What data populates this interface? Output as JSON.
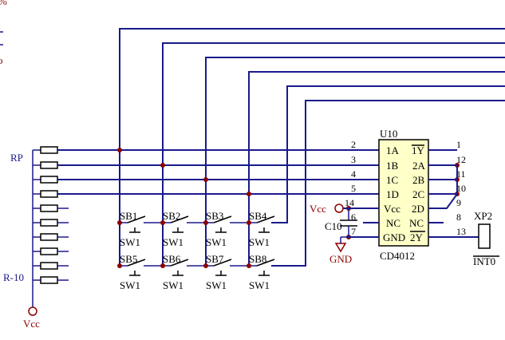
{
  "labels": {
    "rp": "RP",
    "r10": "R-10",
    "vcc_left": "Vcc",
    "vcc_mid": "Vcc",
    "gnd": "GND",
    "c10": "C10",
    "u10": "U10",
    "cd4012": "CD4012",
    "xp2": "XP2",
    "int0": "INT0"
  },
  "switches_top": [
    {
      "ref": "SB1",
      "type": "SW1"
    },
    {
      "ref": "SB2",
      "type": "SW1"
    },
    {
      "ref": "SB3",
      "type": "SW1"
    },
    {
      "ref": "SB4",
      "type": "SW1"
    }
  ],
  "switches_bottom": [
    {
      "ref": "SB5",
      "type": "SW1"
    },
    {
      "ref": "SB6",
      "type": "SW1"
    },
    {
      "ref": "SB7",
      "type": "SW1"
    },
    {
      "ref": "SB8",
      "type": "SW1"
    }
  ],
  "chip_left_pins": [
    {
      "num": "2",
      "name": "1A"
    },
    {
      "num": "3",
      "name": "1B"
    },
    {
      "num": "4",
      "name": "1C"
    },
    {
      "num": "5",
      "name": "1D"
    },
    {
      "num": "14",
      "name": "Vcc"
    },
    {
      "num": "6",
      "name": "NC"
    },
    {
      "num": "7",
      "name": "GND"
    }
  ],
  "chip_right_pins": [
    {
      "num": "1",
      "name": "1Y"
    },
    {
      "num": "12",
      "name": "2A"
    },
    {
      "num": "11",
      "name": "2B"
    },
    {
      "num": "10",
      "name": "2C"
    },
    {
      "num": "9",
      "name": "2D"
    },
    {
      "num": "8",
      "name": "NC"
    },
    {
      "num": "13",
      "name": "2Y"
    }
  ],
  "edge_marks": {
    "top_left": "%",
    "mid_left": "o"
  }
}
